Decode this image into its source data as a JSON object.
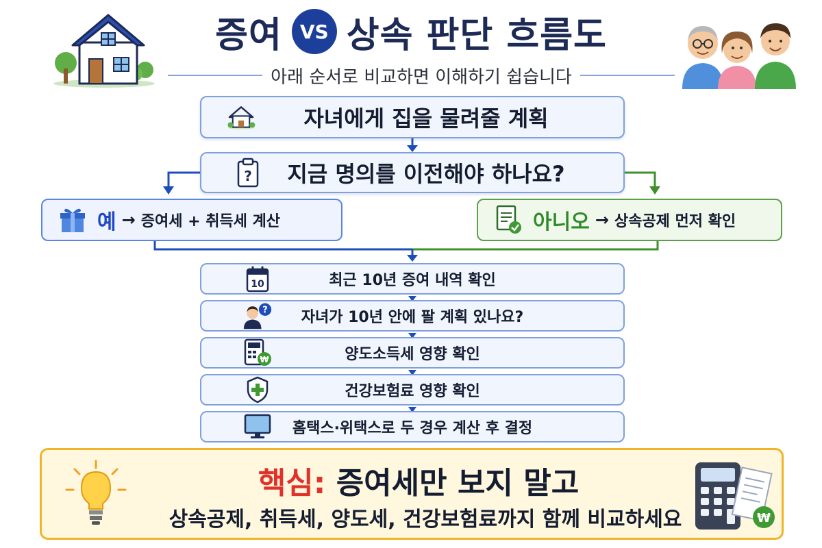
{
  "header": {
    "title_left": "증여",
    "vs": "VS",
    "title_right": "상속 판단 흐름도",
    "subtitle": "아래 순서로 비교하면 이해하기 쉽습니다"
  },
  "flow": {
    "start": "자녀에게 집을 물려줄 계획",
    "question": "지금 명의를 이전해야 하나요?",
    "yes": {
      "word": "예",
      "arrow": "→",
      "text": "증여세 + 취득세 계산"
    },
    "no": {
      "word": "아니오",
      "arrow": "→",
      "text": "상속공제 먼저 확인"
    },
    "steps": [
      {
        "label": "최근 10년 증여 내역 확인",
        "icon": "calendar-icon",
        "icon_text": "10"
      },
      {
        "label": "자녀가 10년 안에 팔 계획 있나요?",
        "icon": "person-question-icon",
        "icon_text": "?"
      },
      {
        "label": "양도소득세 영향 확인",
        "icon": "calculator-won-icon",
        "icon_text": "₩"
      },
      {
        "label": "건강보험료 영향 확인",
        "icon": "shield-plus-icon",
        "icon_text": ""
      },
      {
        "label": "홈택스·위택스로 두 경우 계산 후 결정",
        "icon": "monitor-icon",
        "icon_text": ""
      }
    ]
  },
  "summary": {
    "key": "핵심:",
    "title": "증여세만 보지 말고",
    "desc": "상속공제, 취득세, 양도세, 건강보험료까지 함께 비교하세요",
    "won_symbol": "₩"
  },
  "colors": {
    "navy": "#1c2a55",
    "accent_blue": "#1d3f9c",
    "yes_blue": "#1f47c6",
    "no_green": "#2f8b2a",
    "key_red": "#e0312b",
    "summary_border": "#f0b429"
  }
}
